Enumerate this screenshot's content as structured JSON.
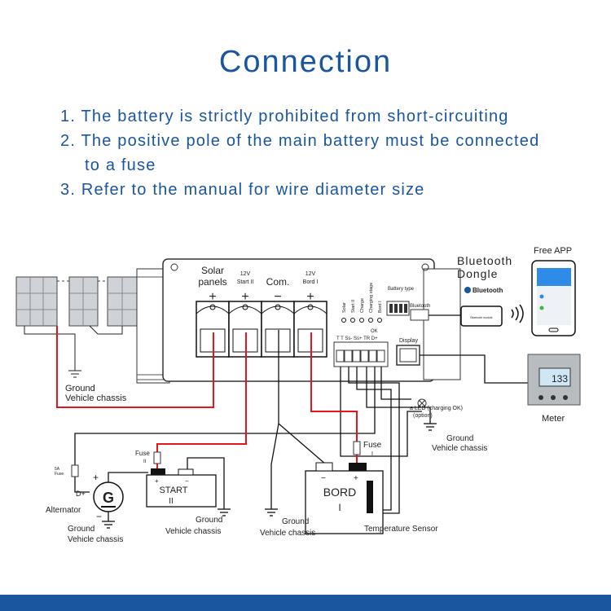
{
  "title": "Connection",
  "notes": [
    "1. The battery is strictly prohibited from short-circuiting",
    "2. The positive pole of the main battery must be connected",
    "to a fuse",
    "3. Refer to the manual for wire diameter size"
  ],
  "controller": {
    "terminals": [
      {
        "label1": "Solar",
        "label2": "panels",
        "sign": "+"
      },
      {
        "label1": "12V",
        "label2": "Start II",
        "sign": "+"
      },
      {
        "label1": "",
        "label2": "Com.",
        "sign": "−"
      },
      {
        "label1": "12V",
        "label2": "Bord I",
        "sign": "+"
      }
    ],
    "leds": [
      "Solar",
      "Start II",
      "Charge",
      "Charging stage",
      "Bord I"
    ],
    "battery_type": "Battery type",
    "bluetooth_port": "Bluetooth",
    "display_port": "Display",
    "signal_ok": "OK",
    "signal_pins": "T  T  Ss- Ss+ TR D+"
  },
  "labels": {
    "bt_dongle_1": "Bluetooth",
    "bt_dongle_2": "Dongle",
    "bt_logo": "Bluetooth",
    "bt_module": "Bluetooth module",
    "free_app": "Free APP",
    "meter": "Meter",
    "meter_value": "133",
    "ground": "Ground",
    "vehicle_chassis": "Vehicle chassis",
    "led_1": "a LED (charging OK)",
    "led_2": "(option)",
    "fuse": "Fuse",
    "fuse_ii": "II",
    "fuse_i": "I",
    "fuse_5a_1": "5A",
    "fuse_5a_2": "Fuse",
    "d_plus": "D+",
    "alternator": "Alternator",
    "generator": "G",
    "start": "START",
    "start_num": "II",
    "bord": "BORD",
    "bord_num": "I",
    "temp_sensor": "Temperature Sensor",
    "plus": "+",
    "minus": "−"
  },
  "colors": {
    "accent": "#1a56a0",
    "positive_wire": "#e8141b",
    "negative_wire": "#111111"
  }
}
